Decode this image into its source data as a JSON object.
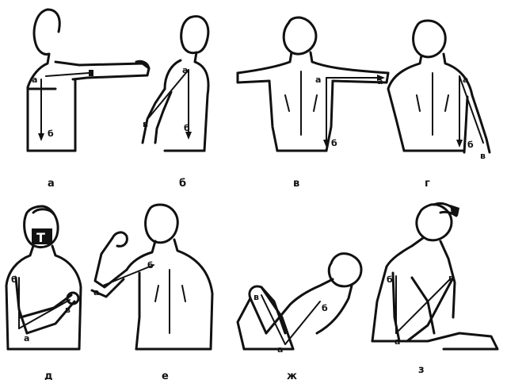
{
  "panels": [
    {
      "caption": "а",
      "points": [
        "а",
        "б"
      ]
    },
    {
      "caption": "б",
      "points": [
        "а",
        "б",
        "в"
      ]
    },
    {
      "caption": "в",
      "points": [
        "а",
        "а",
        "б"
      ]
    },
    {
      "caption": "г",
      "points": [
        "а",
        "б",
        "в"
      ]
    },
    {
      "caption": "д",
      "points": [
        "б",
        "а",
        "в"
      ],
      "chest_mark": "T"
    },
    {
      "caption": "е",
      "points": [
        "б",
        "а"
      ]
    },
    {
      "caption": "ж",
      "points": [
        "в",
        "б",
        "а"
      ]
    },
    {
      "caption": "з",
      "points": [
        "б",
        "в",
        "а"
      ]
    }
  ]
}
